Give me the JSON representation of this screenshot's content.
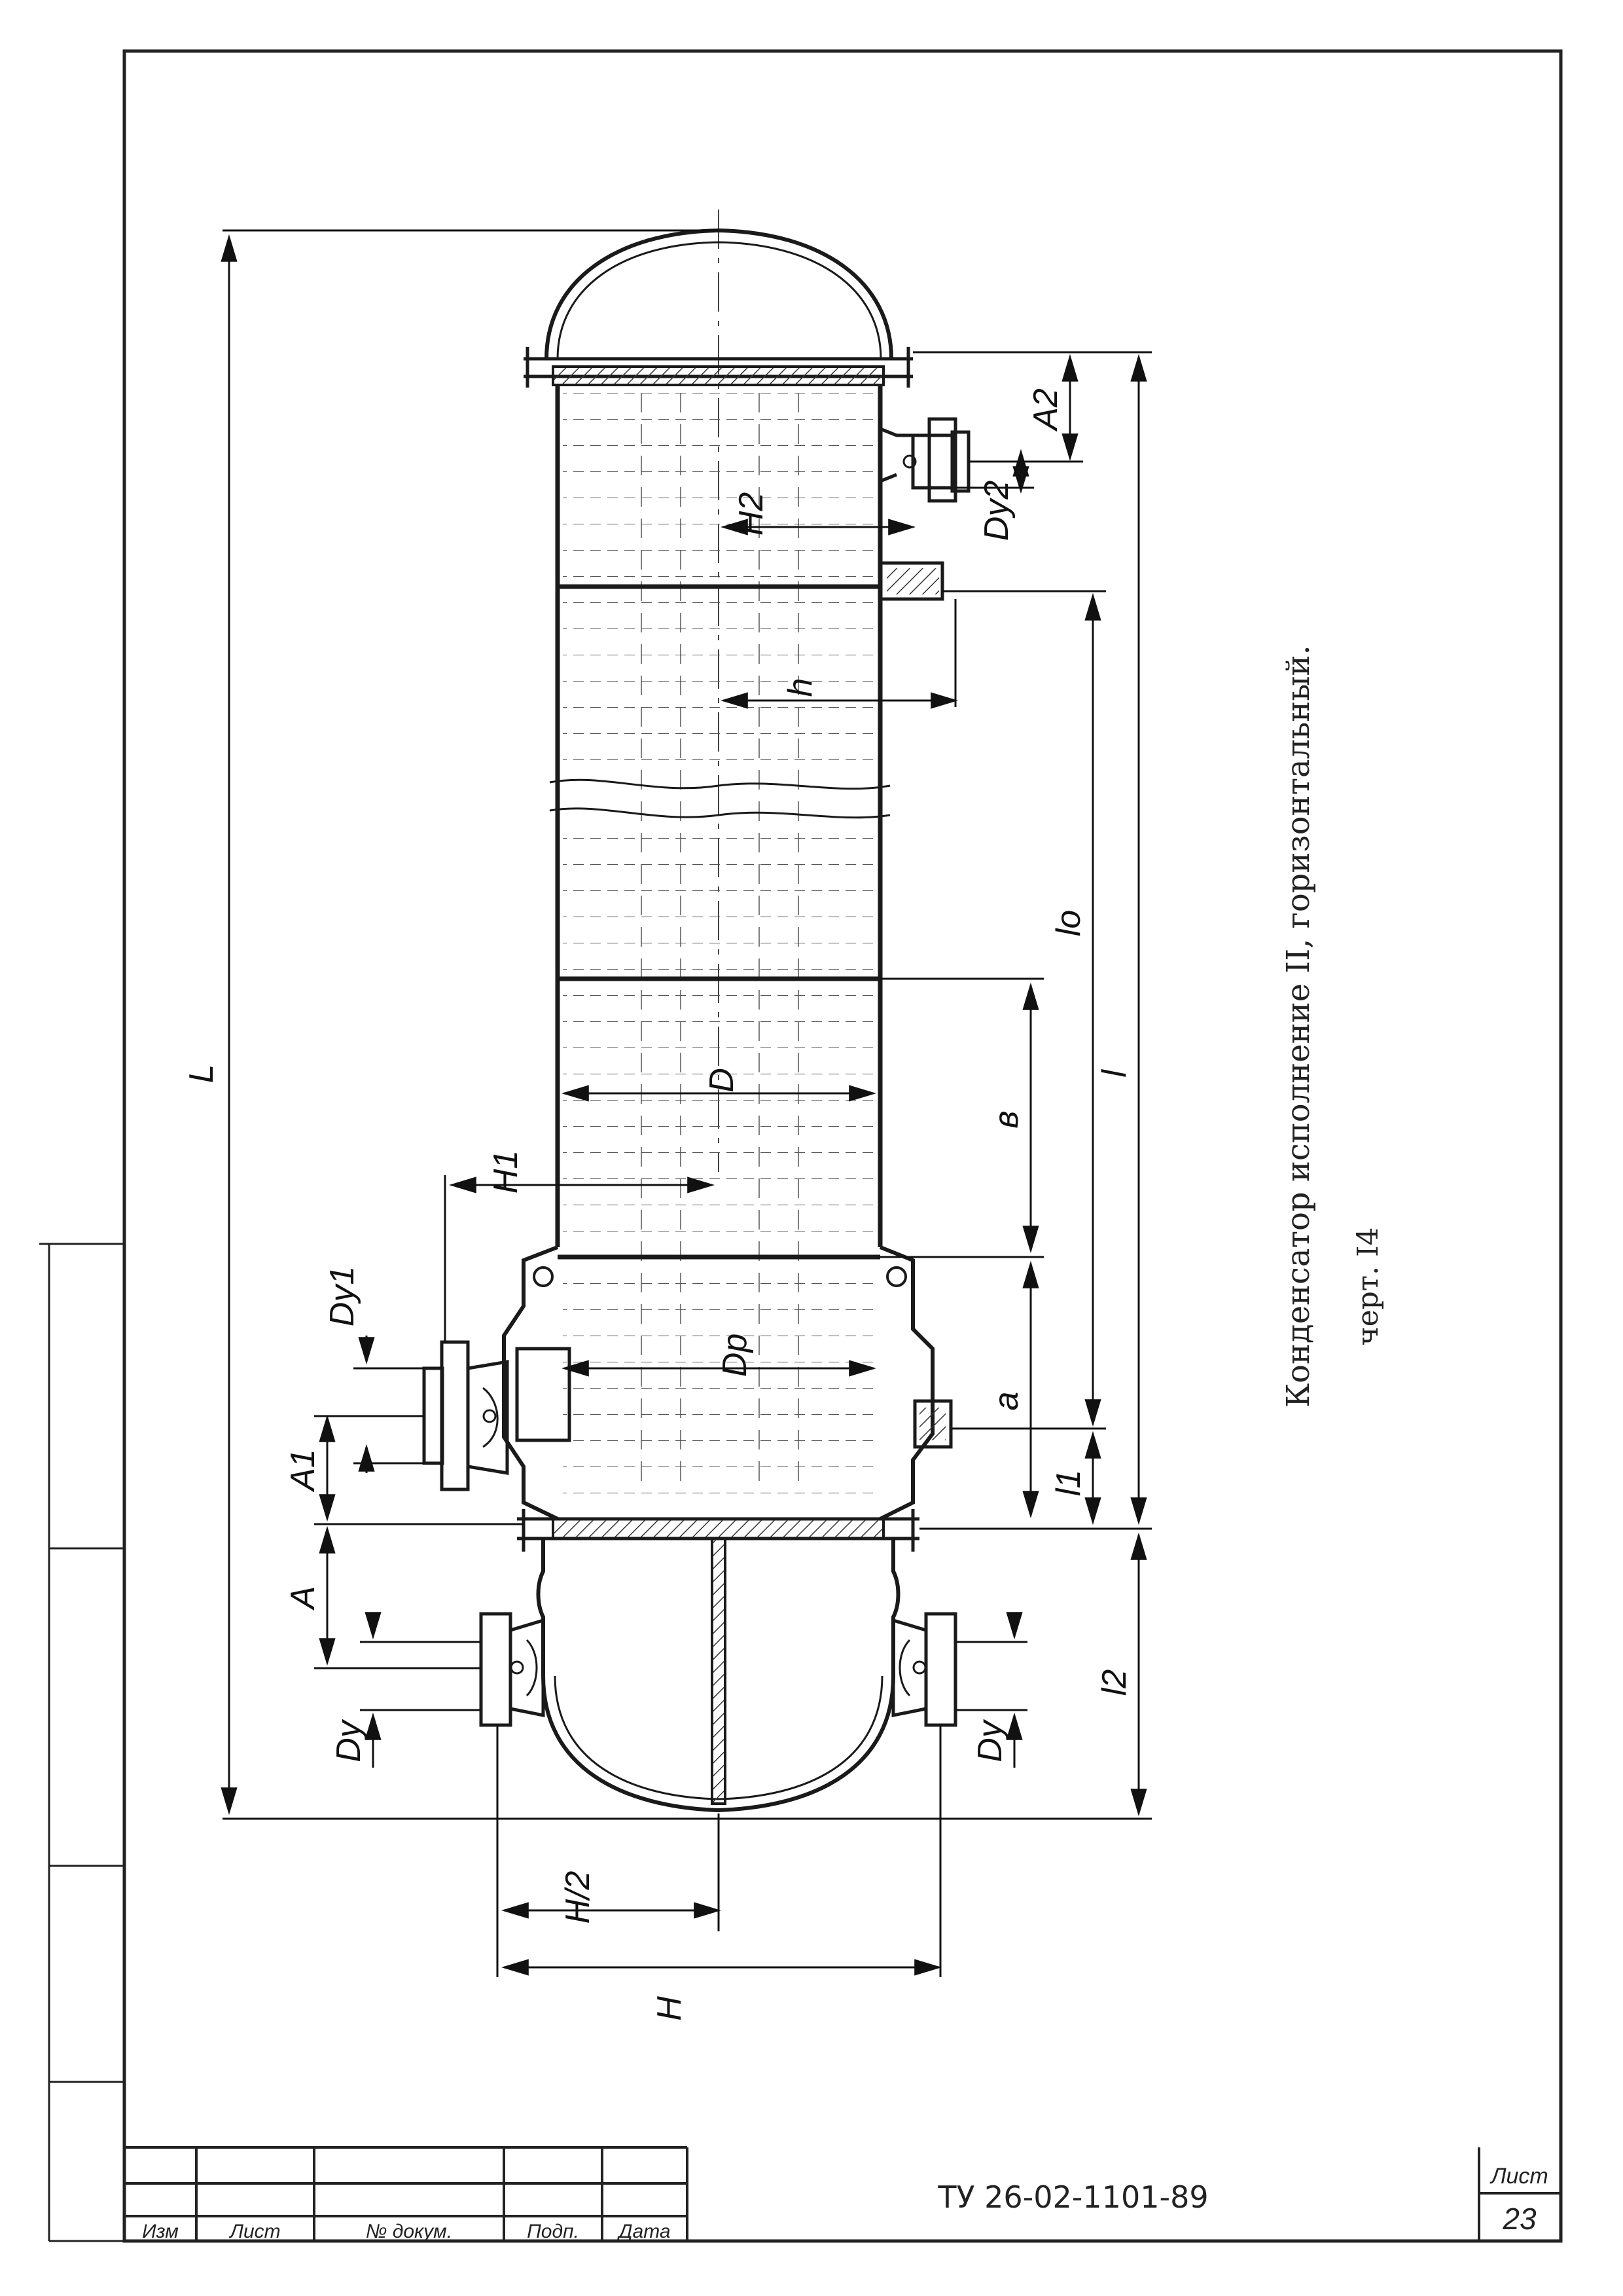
{
  "drawing": {
    "caption_main": "Конденсатор исполнение II, горизонтальный.",
    "caption_sub": "черт. I4",
    "dims": {
      "L_total": "L",
      "L": "l",
      "Lo": "lo",
      "L1": "l1",
      "L2": "l2",
      "A": "A",
      "A1": "A1",
      "A2": "A2",
      "a": "a",
      "b": "в",
      "D": "D",
      "Dp": "Dр",
      "Dy": "Dy",
      "Dy1": "Dy1",
      "Dy2": "Dy2",
      "H": "H",
      "H_half": "H/2",
      "H1": "H1",
      "H2": "H2",
      "h": "h"
    }
  },
  "title_block": {
    "doc_code": "ТУ 26-02-1101-89",
    "sheet_label": "Лист",
    "sheet_number": "23",
    "columns": [
      "Изм",
      "Лист",
      "№ докум.",
      "Подп.",
      "Дата"
    ]
  }
}
